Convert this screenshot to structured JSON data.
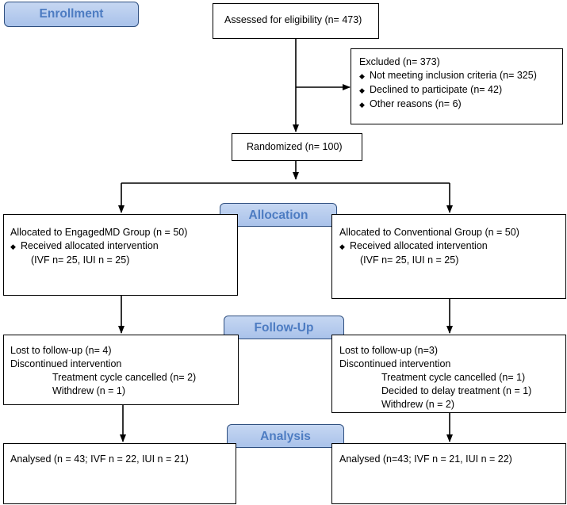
{
  "stages": {
    "enrollment": "Enrollment",
    "allocation": "Allocation",
    "followup": "Follow-Up",
    "analysis": "Analysis"
  },
  "assessed": "Assessed for eligibility (n= 473)",
  "excluded": {
    "title": "Excluded (n= 373)",
    "bullet_icon": "diamond-bullet-icon",
    "items": [
      "Not meeting inclusion criteria (n= 325)",
      "Declined to participate (n= 42)",
      "Other reasons (n= 6)"
    ]
  },
  "randomized": "Randomized (n= 100)",
  "arms": {
    "left": {
      "allocation": {
        "title": "Allocated to EngagedMD Group (n = 50)",
        "received": "Received allocated intervention",
        "detail": "(IVF n= 25, IUI n = 25)"
      },
      "followup": {
        "lost": "Lost to follow-up (n= 4)",
        "discontinued": "Discontinued intervention",
        "reasons": [
          "Treatment cycle cancelled (n= 2)",
          "Withdrew (n = 1)"
        ]
      },
      "analysis": "Analysed (n = 43; IVF n = 22, IUI n = 21)"
    },
    "right": {
      "allocation": {
        "title": "Allocated to Conventional Group (n = 50)",
        "received": "Received allocated intervention",
        "detail": "(IVF n= 25, IUI n = 25)"
      },
      "followup": {
        "lost": "Lost to follow-up (n=3)",
        "discontinued": "Discontinued intervention",
        "reasons": [
          "Treatment cycle cancelled (n= 1)",
          "Decided to delay treatment (n = 1)",
          "Withdrew (n = 2)"
        ]
      },
      "analysis": "Analysed (n=43; IVF n = 21, IUI n = 22)"
    }
  },
  "colors": {
    "stage_fill": "#b9cdee",
    "stage_text": "#4d7cc2",
    "stage_border": "#2f4f7f",
    "lines": "#000000"
  }
}
